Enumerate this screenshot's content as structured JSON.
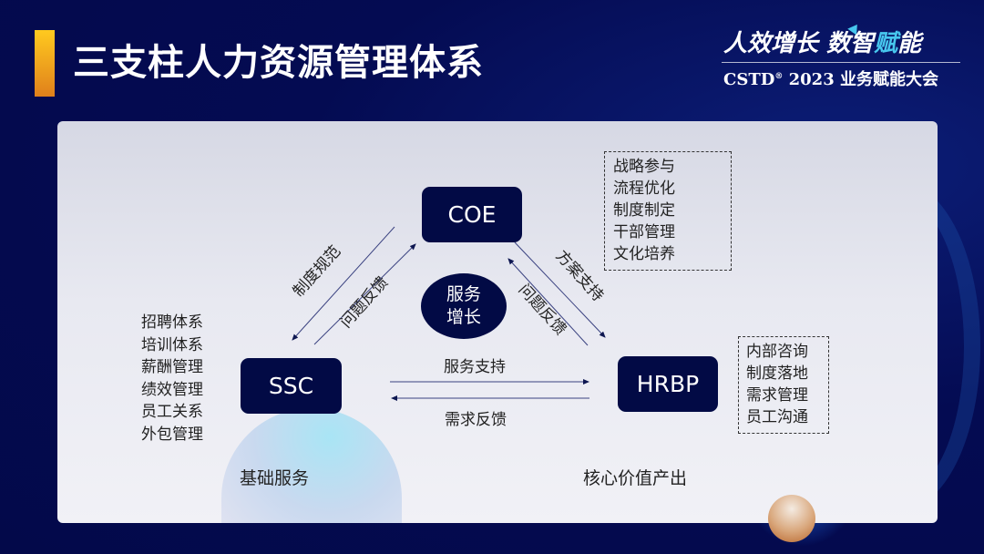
{
  "header": {
    "title": "三支柱人力资源管理体系",
    "accent_color": "#f5b21e"
  },
  "logo": {
    "slogan_part1": "人效增长",
    "slogan_part2": "数智",
    "slogan_highlight": "赋",
    "slogan_part3": "能",
    "brand": "CSTD",
    "registered_mark": "®",
    "event": "2023 业务赋能大会"
  },
  "diagram": {
    "nodes": {
      "coe": "COE",
      "ssc": "SSC",
      "hrbp": "HRBP"
    },
    "center": {
      "line1": "服务",
      "line2": "增长"
    },
    "edges": {
      "coe_to_ssc": "制度规范",
      "ssc_to_coe": "问题反馈",
      "coe_to_hrbp": "方案支持",
      "hrbp_to_coe": "问题反馈",
      "ssc_to_hrbp": "服务支持",
      "hrbp_to_ssc": "需求反馈"
    },
    "coe_functions": [
      "战略参与",
      "流程优化",
      "制度制定",
      "干部管理",
      "文化培养"
    ],
    "ssc_functions": [
      "招聘体系",
      "培训体系",
      "薪酬管理",
      "绩效管理",
      "员工关系",
      "外包管理"
    ],
    "hrbp_functions": [
      "内部咨询",
      "制度落地",
      "需求管理",
      "员工沟通"
    ],
    "captions": {
      "ssc": "基础服务",
      "hrbp": "核心价值产出"
    },
    "node_color": "#020a45"
  }
}
